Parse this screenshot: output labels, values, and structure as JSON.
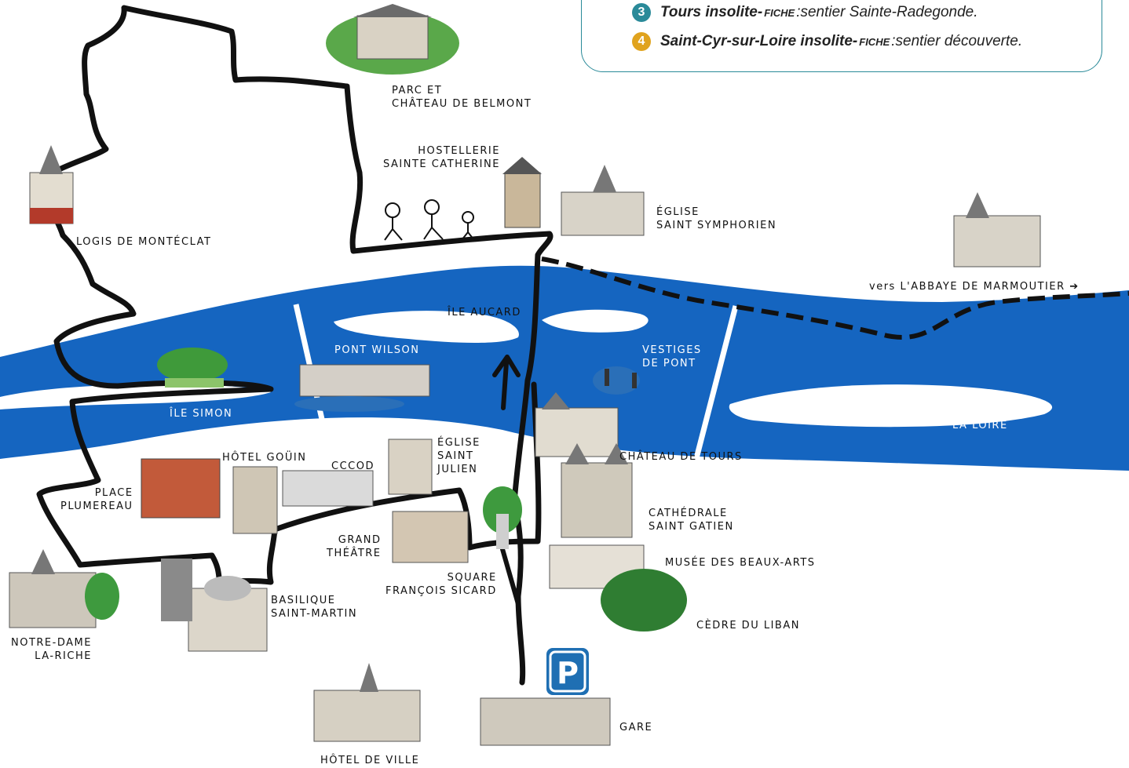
{
  "legend": {
    "items": [
      {
        "number": "3",
        "color": "#2a8a99",
        "title": "Tours insolite",
        "sep": " - ",
        "fiche": "FICHE",
        "colon": " : ",
        "desc": "sentier Sainte-Radegonde."
      },
      {
        "number": "4",
        "color": "#e0a31e",
        "title": "Saint-Cyr-sur-Loire insolite",
        "sep": " - ",
        "fiche": "FICHE",
        "colon": " : ",
        "desc": "sentier découverte."
      }
    ]
  },
  "colors": {
    "river": "#1565c0",
    "route": "#111111",
    "border": "#2a8a99",
    "parking": "#1f6fb3"
  },
  "labels": {
    "parc_belmont": "PARC ET\nCHÂTEAU DE BELMONT",
    "hostellerie": "HOSTELLERIE\nSAINTE CATHERINE",
    "eglise_symphorien": "ÉGLISE\nSAINT SYMPHORIEN",
    "logis_monteclat": "LOGIS DE MONTÉCLAT",
    "marmoutier": "vers L'ABBAYE DE MARMOUTIER ➔",
    "ile_aucard": "ÎLE AUCARD",
    "pont_wilson": "PONT WILSON",
    "vestiges_pont": "VESTIGES\nDE PONT",
    "ile_simon": "ÎLE SIMON",
    "la_loire": "LA LOIRE",
    "hotel_gouin": "HÔTEL GOÜIN",
    "cccod": "CCCOD",
    "eglise_julien": "ÉGLISE\nSAINT\nJULIEN",
    "chateau_tours": "CHÂTEAU DE TOURS",
    "place_plumereau": "PLACE\nPLUMEREAU",
    "cathedrale": "CATHÉDRALE\nSAINT GATIEN",
    "grand_theatre": "GRAND\nTHÉÂTRE",
    "square_sicard": "SQUARE\nFRANÇOIS SICARD",
    "musee": "MUSÉE DES BEAUX-ARTS",
    "basilique": "BASILIQUE\nSAINT-MARTIN",
    "cedre": "CÈDRE DU LIBAN",
    "notre_dame": "NOTRE-DAME\nLA-RICHE",
    "gare": "GARE",
    "hotel_ville": "HÔTEL DE VILLE",
    "parking": "P"
  }
}
